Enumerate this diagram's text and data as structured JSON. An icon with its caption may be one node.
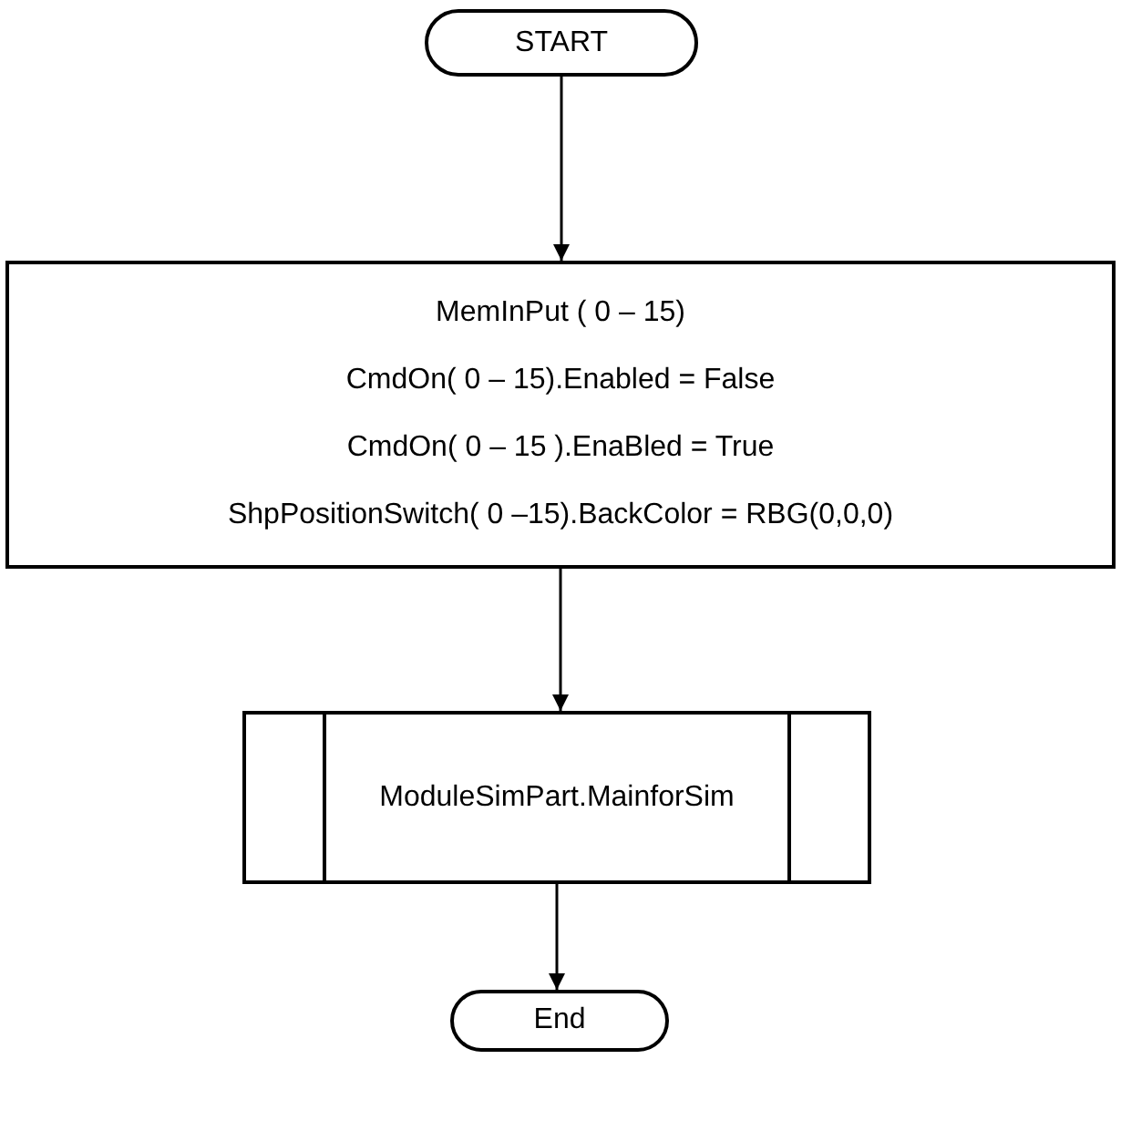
{
  "diagram": {
    "nodes": [
      {
        "text": [
          "START"
        ]
      },
      {
        "text": [
          "MemInPut ( 0 – 15)",
          "CmdOn( 0 – 15).Enabled = False",
          "CmdOn( 0 – 15 ).EnaBled = True",
          "ShpPositionSwitch( 0 –15).BackColor = RBG(0,0,0)"
        ]
      },
      {
        "text": [
          "ModuleSimPart.MainforSim"
        ]
      },
      {
        "text": [
          "End"
        ]
      }
    ],
    "edges": [
      {
        "from": 0,
        "to": 1,
        "arrow": "to"
      },
      {
        "from": 1,
        "to": 2,
        "arrow": "to"
      },
      {
        "from": 2,
        "to": 3,
        "arrow": "to"
      }
    ]
  }
}
